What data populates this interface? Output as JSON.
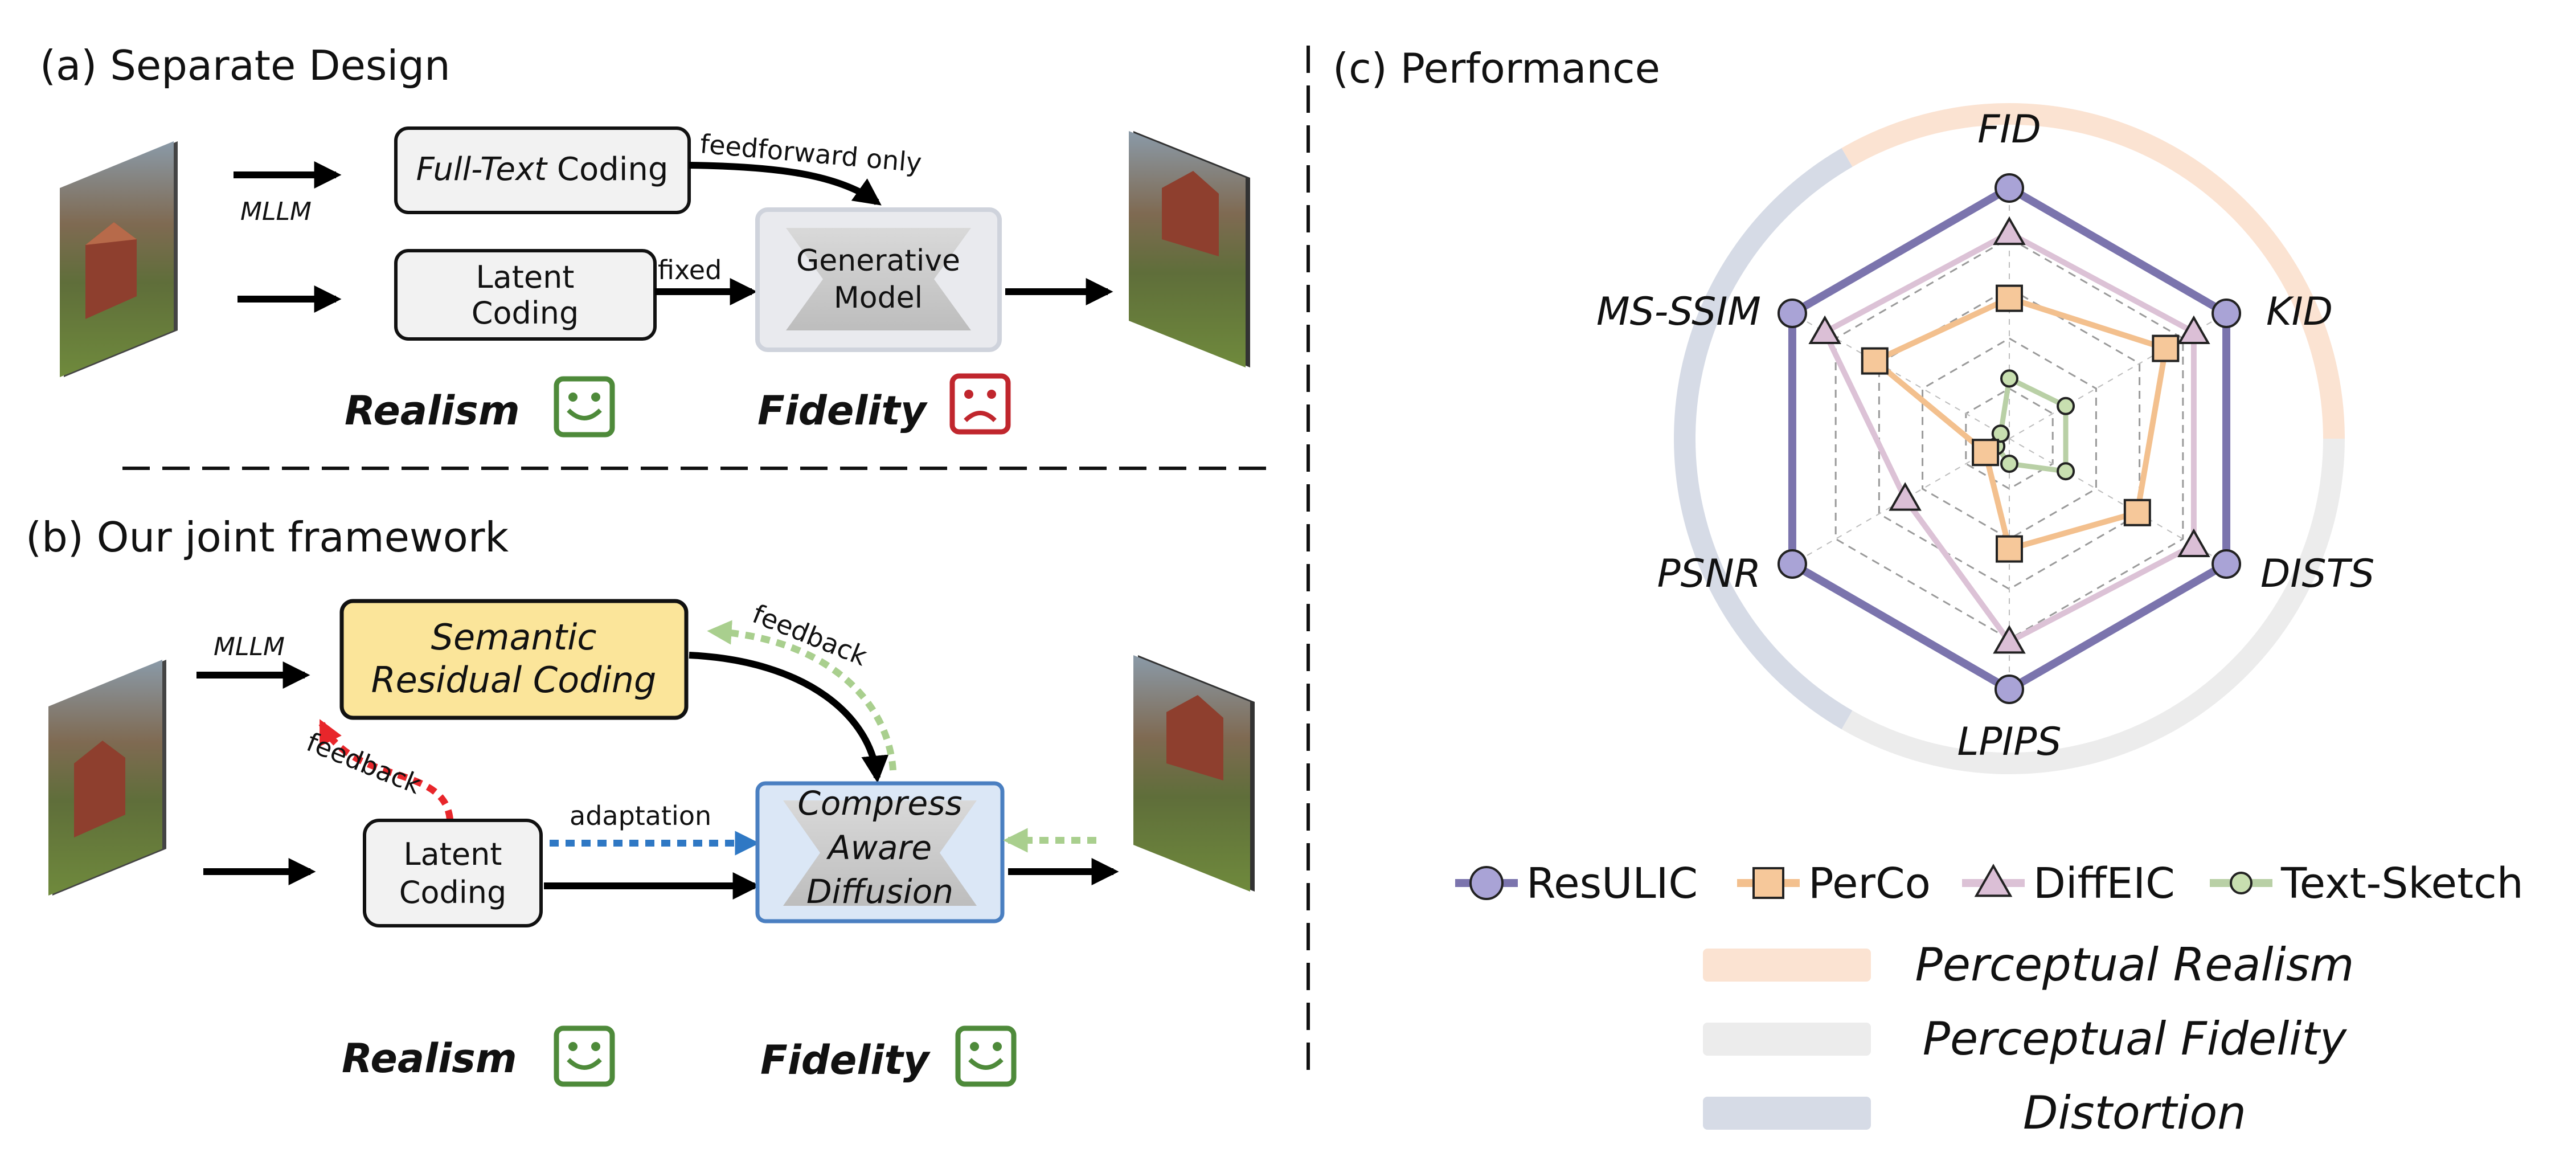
{
  "panel_a": {
    "title": "(a) Separate Design",
    "mllm": "MLLM",
    "fulltext_italic": "Full-Text",
    "fulltext_rest": " Coding",
    "feedforward": "feedforward only",
    "fixed": "fixed",
    "latent_l1": "Latent",
    "latent_l2": "Coding",
    "gen_l1": "Generative",
    "gen_l2": "Model",
    "realism": "Realism",
    "fidelity": "Fidelity"
  },
  "panel_b": {
    "title": "(b) Our joint framework",
    "mllm": "MLLM",
    "src_l1": "Semantic",
    "src_l2": "Residual Coding",
    "feedback_top": "feedback",
    "feedback_left": "feedback",
    "adaptation": "adaptation",
    "latent_l1": "Latent",
    "latent_l2": "Coding",
    "cad_l1": "Compress",
    "cad_l2": "Aware",
    "cad_l3": "Diffusion",
    "realism": "Realism",
    "fidelity": "Fidelity"
  },
  "panel_c": {
    "title": "(c) Performance"
  },
  "colors": {
    "happy": "#4e8a3a",
    "sad": "#c0262d",
    "src_fill": "#fbe59a",
    "cad_fill": "#dbe7f6",
    "cad_stroke": "#4a7fc1",
    "red_arrow": "#e8262b",
    "blue_arrow": "#2f78c4",
    "green_arrow": "#a9cf8e"
  },
  "chart_data": {
    "type": "radar",
    "axes": [
      "FID",
      "KID",
      "DISTS",
      "LPIPS",
      "PSNR",
      "MS-SSIM"
    ],
    "range": [
      0,
      1
    ],
    "rings": 5,
    "grid": true,
    "series": [
      {
        "name": "ResULIC",
        "color": "#7b74ad",
        "fill": "#a9a3d6",
        "marker": "circle",
        "values": [
          1.0,
          1.0,
          1.0,
          1.0,
          1.0,
          1.0
        ]
      },
      {
        "name": "PerCo",
        "color": "#f3c08e",
        "fill": "#f6c89a",
        "marker": "square",
        "values": [
          0.56,
          0.72,
          0.59,
          0.44,
          0.11,
          0.62
        ]
      },
      {
        "name": "DiffEIC",
        "color": "#dcc2d6",
        "fill": "#dbbfd6",
        "marker": "triangle",
        "values": [
          0.82,
          0.85,
          0.85,
          0.81,
          0.48,
          0.85
        ]
      },
      {
        "name": "Text-Sketch",
        "color": "#b9d0a6",
        "fill": "#c8dfb0",
        "marker": "circle",
        "values": [
          0.24,
          0.26,
          0.26,
          0.1,
          0.06,
          0.04
        ]
      }
    ],
    "bands": [
      {
        "name": "Perceptual Realism",
        "color": "#fbe3d2",
        "axes": [
          "FID",
          "KID"
        ]
      },
      {
        "name": "Perceptual Fidelity",
        "color": "#ececec",
        "axes": [
          "DISTS",
          "LPIPS"
        ]
      },
      {
        "name": "Distortion",
        "color": "#d6dbe6",
        "axes": [
          "PSNR",
          "MS-SSIM"
        ]
      }
    ]
  }
}
